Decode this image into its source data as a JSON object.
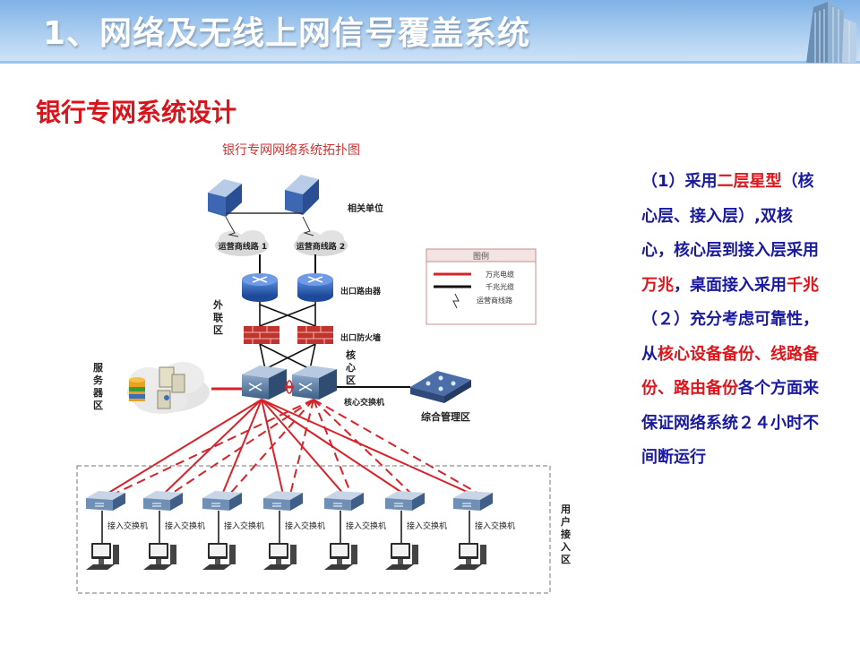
{
  "header": {
    "title": "1、网络及无线上网信号覆盖系统"
  },
  "section": {
    "title": "银行专网系统设计"
  },
  "diagram": {
    "title": "银行专网网络系统拓扑图",
    "labels": {
      "related": "相关单位",
      "carrier1": "运营商线路 1",
      "carrier2": "运营商线路 2",
      "exit_router": "出口路由器",
      "exit_firewall": "出口防火墙",
      "external_zone": "外联区",
      "core_zone": "核心区",
      "core_switch": "核心交换机",
      "server_zone": "服务器区",
      "mgmt_zone": "综合管理区",
      "user_zone": "用户接入区",
      "access_switch": "接入交换机"
    },
    "legend": {
      "title": "图例",
      "items": [
        "万兆电缆",
        "千兆光缆",
        "运营商线路"
      ]
    },
    "colors": {
      "red_link": "#d6232a",
      "black_link": "#111111",
      "router": "#2f5fb0"
    }
  },
  "description": {
    "p1": [
      {
        "text": "（1）采用",
        "hl": false
      },
      {
        "text": "二层星型",
        "hl": true
      },
      {
        "text": "（核心层、接入层）,双核心，核心层到接入层采用",
        "hl": false
      },
      {
        "text": "万兆",
        "hl": true
      },
      {
        "text": "，桌面接入采用",
        "hl": false
      },
      {
        "text": "千兆",
        "hl": true
      }
    ],
    "p2": [
      {
        "text": "（２）充分考虑可靠性，从",
        "hl": false
      },
      {
        "text": "核心设备备份、线路备份、路由备份",
        "hl": true
      },
      {
        "text": "各个方面来保证网络系统２４小时不间断运行",
        "hl": false
      }
    ]
  }
}
